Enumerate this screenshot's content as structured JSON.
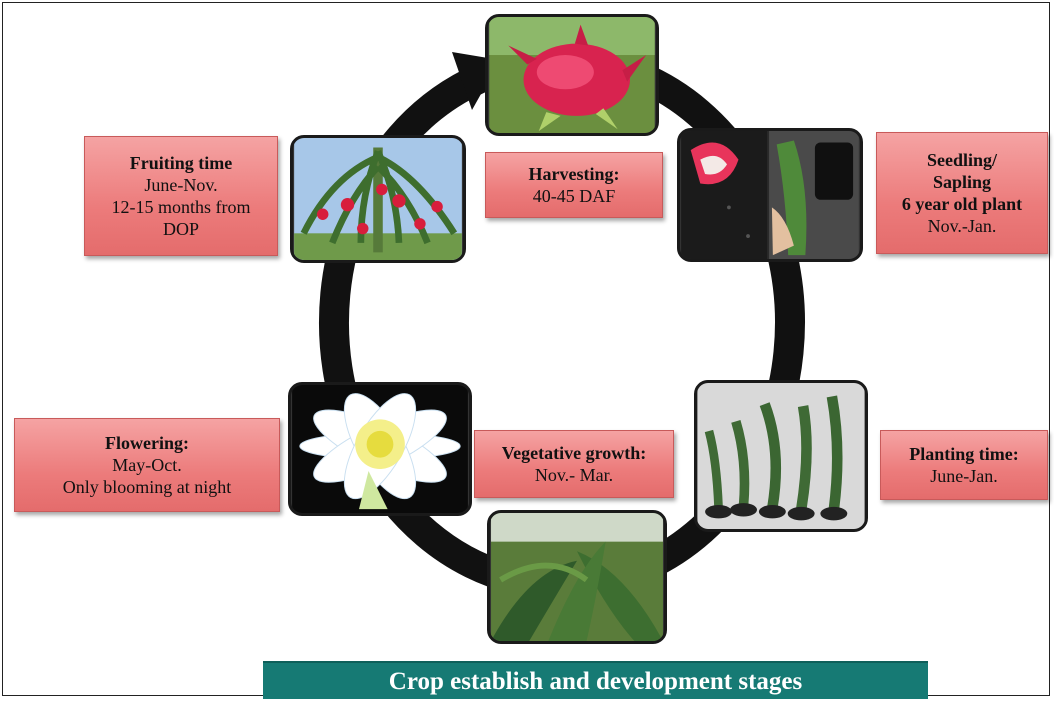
{
  "caption": "Crop establish and development stages",
  "stages": {
    "harvesting": {
      "title": "Harvesting:",
      "lines": [
        "40-45 DAF"
      ]
    },
    "seedling": {
      "title": "Seedling/",
      "title2": "Sapling",
      "title3": "6 year old plant",
      "lines": [
        "Nov.-Jan."
      ]
    },
    "planting": {
      "title": "Planting time:",
      "lines": [
        "June-Jan."
      ]
    },
    "vegetative": {
      "title": "Vegetative growth:",
      "lines": [
        "Nov.- Mar."
      ]
    },
    "flowering": {
      "title": "Flowering:",
      "lines": [
        "May-Oct.",
        "Only blooming at night"
      ]
    },
    "fruiting": {
      "title": "Fruiting time",
      "lines": [
        "June-Nov.",
        "12-15 months from",
        "DOP"
      ]
    }
  },
  "photos": {
    "harvesting": "dragon-fruit-photo",
    "seedling": "seeds-and-sapling-photo",
    "planting": "cuttings-photo",
    "vegetative": "cactus-plant-photo",
    "flowering": "white-flower-photo",
    "fruiting": "fruiting-plant-photo"
  },
  "colors": {
    "label_fill": "#ec7b7b",
    "cycle_ring": "#111111",
    "banner": "#167a74"
  }
}
